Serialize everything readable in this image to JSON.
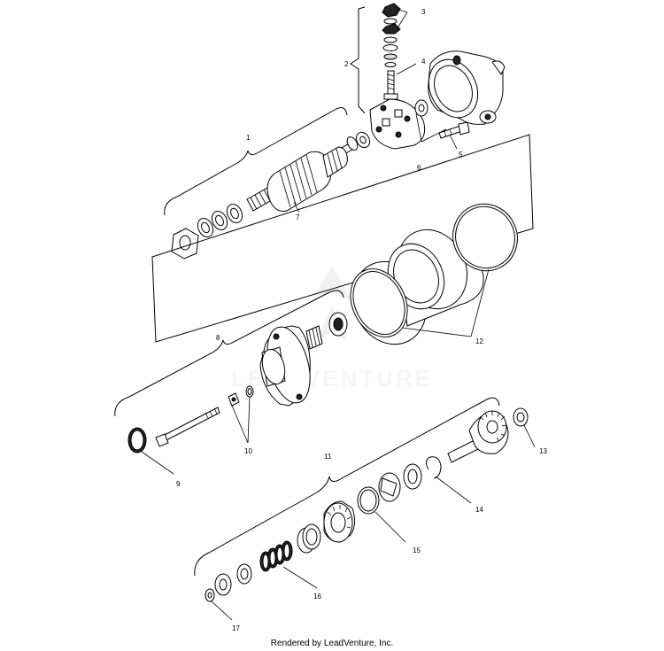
{
  "diagram": {
    "callouts": [
      "1",
      "2",
      "3",
      "4",
      "5",
      "6",
      "7",
      "8",
      "9",
      "10",
      "11",
      "12",
      "13",
      "14",
      "15",
      "16",
      "17"
    ],
    "watermark": "LEADVENTURE",
    "footer": "Rendered by LeadVenture, Inc."
  }
}
